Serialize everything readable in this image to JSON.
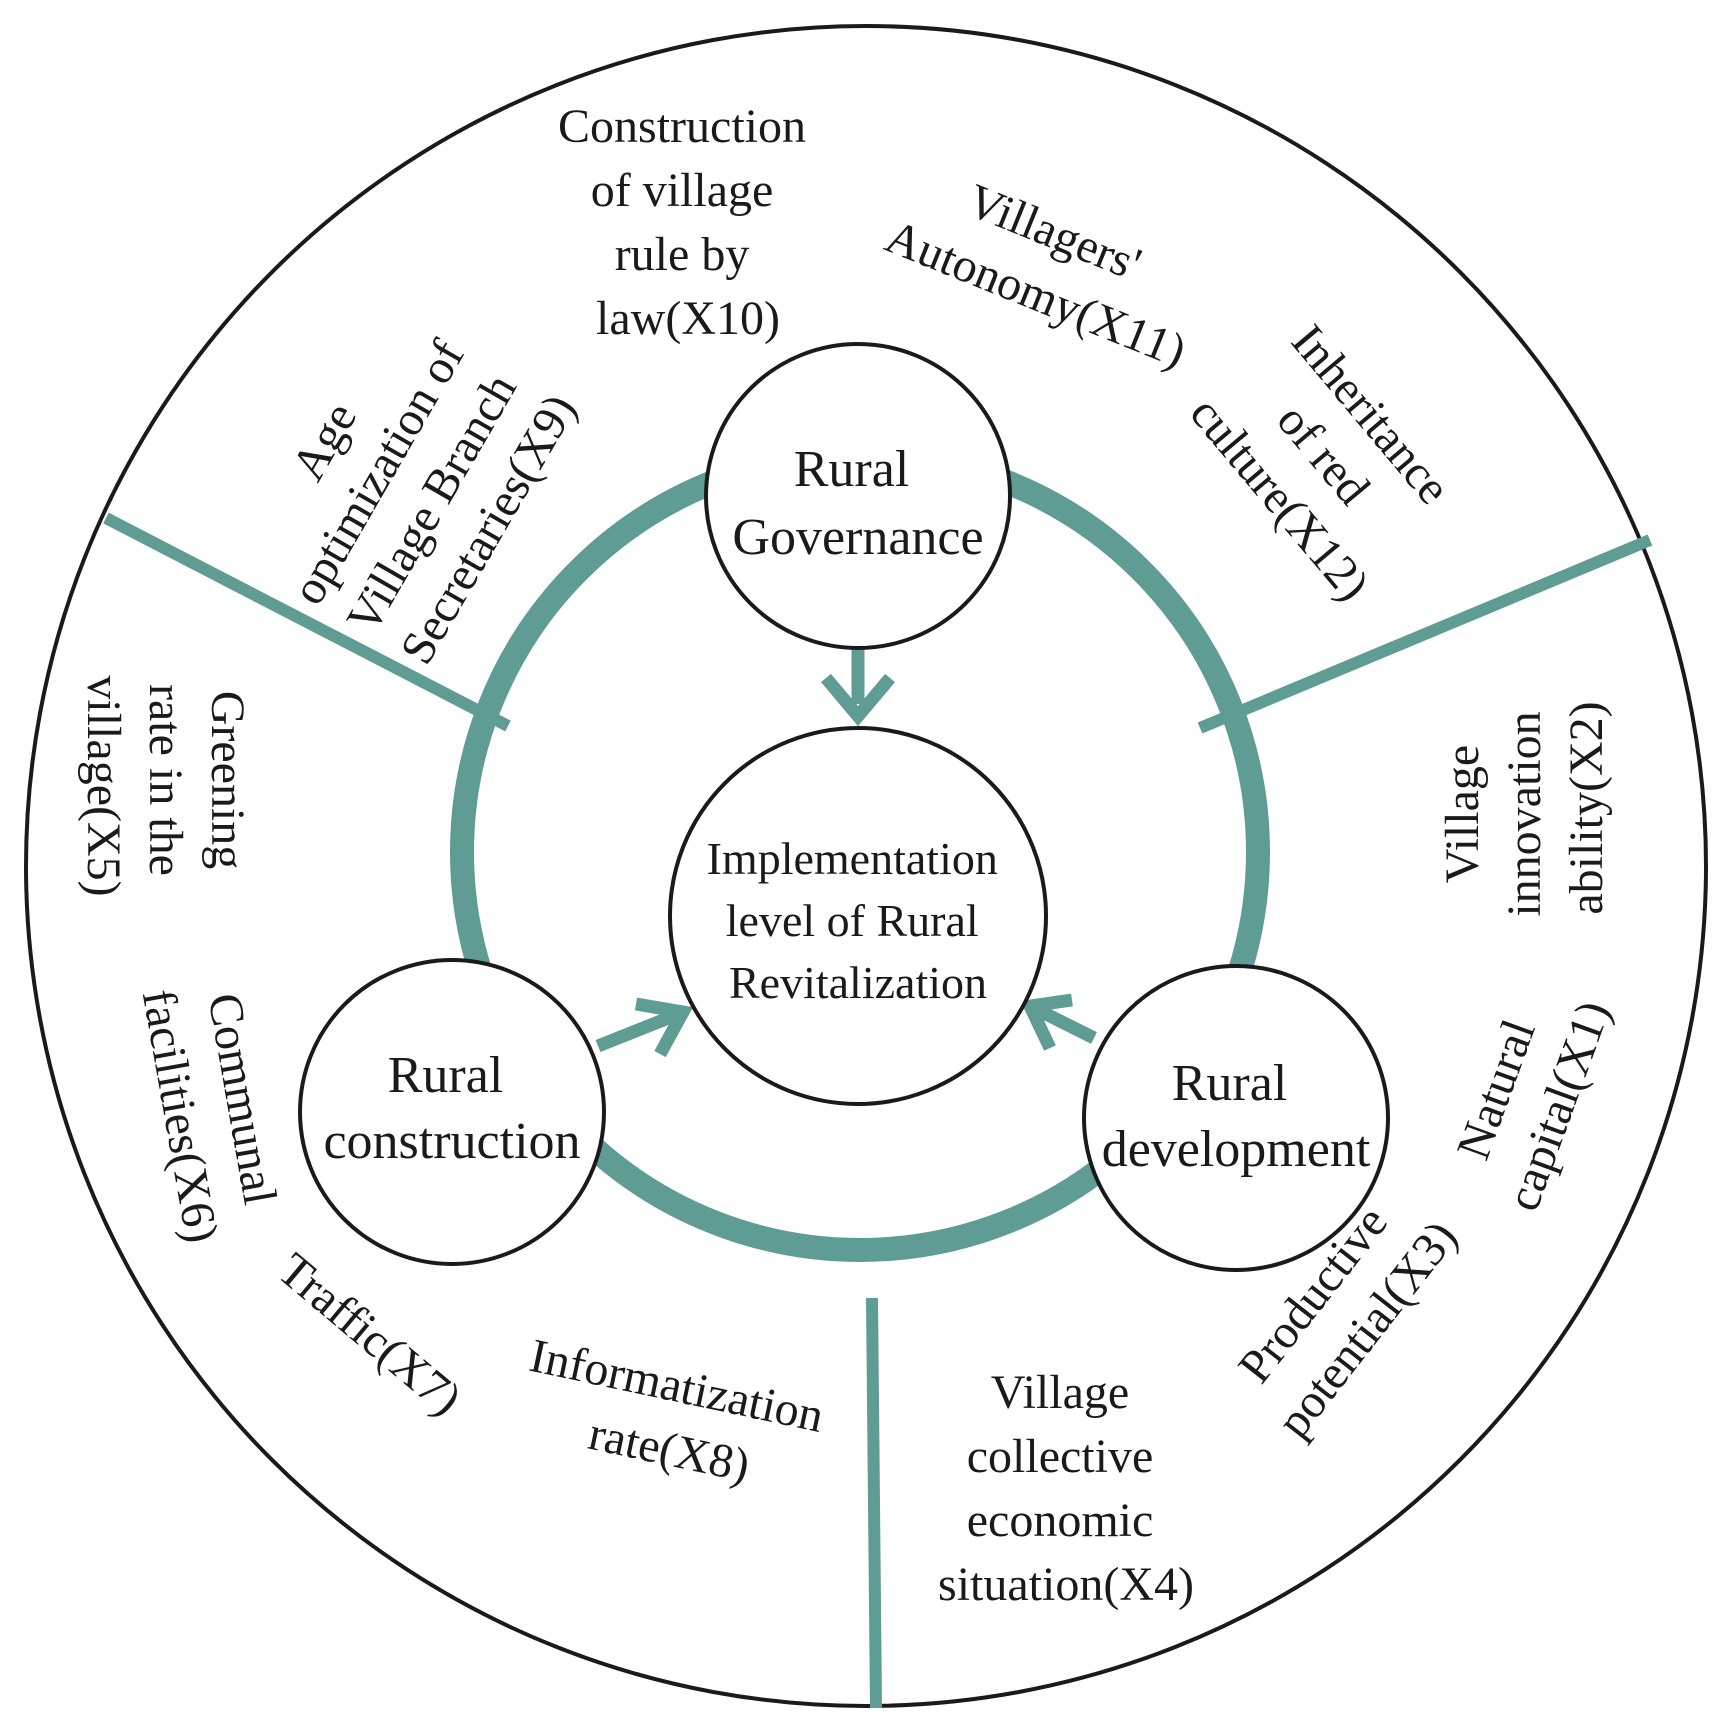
{
  "colors": {
    "accent": "#5e9c94",
    "outline": "#1a1a1a",
    "background": "#ffffff"
  },
  "center": {
    "lines": [
      "Implementation",
      "level of Rural",
      "Revitalization"
    ]
  },
  "dimensions": {
    "governance": {
      "lines": [
        "Rural",
        "Governance"
      ]
    },
    "construction": {
      "lines": [
        "Rural",
        "construction"
      ]
    },
    "development": {
      "lines": [
        "Rural",
        "development"
      ]
    }
  },
  "indicators": {
    "x1": {
      "lines": [
        "Natural",
        "capital(X1)"
      ]
    },
    "x2": {
      "lines": [
        "Village",
        "innovation",
        "ability(X2)"
      ]
    },
    "x3": {
      "lines": [
        "Productive",
        "potential(X3)"
      ]
    },
    "x4": {
      "lines": [
        "Village",
        "collective",
        "economic",
        "situation(X4)"
      ]
    },
    "x5": {
      "lines": [
        "Greening",
        "rate in the",
        "village(X5)"
      ]
    },
    "x6": {
      "lines": [
        "Communal",
        "facilities(X6)"
      ]
    },
    "x7": {
      "lines": [
        "Traffic(X7)"
      ]
    },
    "x8": {
      "lines": [
        "Informatization",
        "rate(X8)"
      ]
    },
    "x9": {
      "lines": [
        "Age",
        "optimization of",
        "Village Branch",
        "Secretaries(X9)"
      ]
    },
    "x10": {
      "lines": [
        "Construction",
        "of village",
        "rule by",
        "law(X10)"
      ]
    },
    "x11": {
      "lines": [
        "Villagers'",
        "Autonomy(X11)"
      ]
    },
    "x12": {
      "lines": [
        "Inheritance",
        "of red",
        "culture(X12)"
      ]
    }
  }
}
